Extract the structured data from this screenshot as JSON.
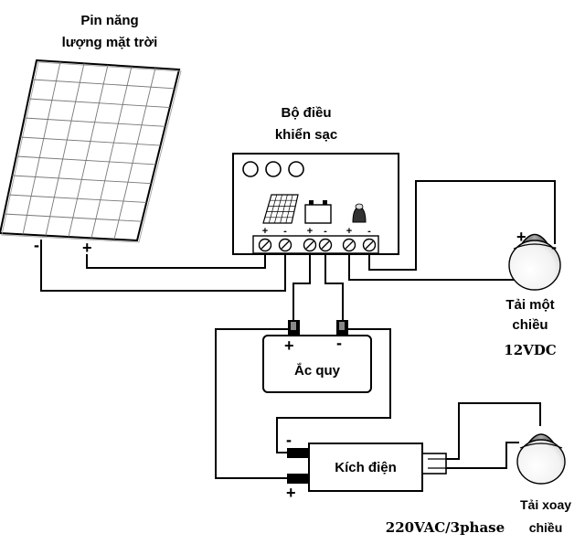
{
  "solar_panel": {
    "title_line1": "Pin năng",
    "title_line2": "lượng mặt trời",
    "minus": "-",
    "plus": "+"
  },
  "controller": {
    "title_line1": "Bộ điều",
    "title_line2": "khiển sạc",
    "terminal_signs": [
      "+",
      "-",
      "+",
      "-",
      "+",
      "-"
    ]
  },
  "dc_load": {
    "line1": "Tải một",
    "line2": "chiều",
    "voltage": "12VDC",
    "plus": "+",
    "minus": "-"
  },
  "battery": {
    "label": "Ắc quy",
    "plus": "+",
    "minus": "-"
  },
  "inverter": {
    "label": "Kích điện",
    "minus": "-",
    "plus": "+"
  },
  "ac_load": {
    "line1": "Tải xoay",
    "line2": "chiều",
    "voltage": "220VAC/3phase"
  }
}
